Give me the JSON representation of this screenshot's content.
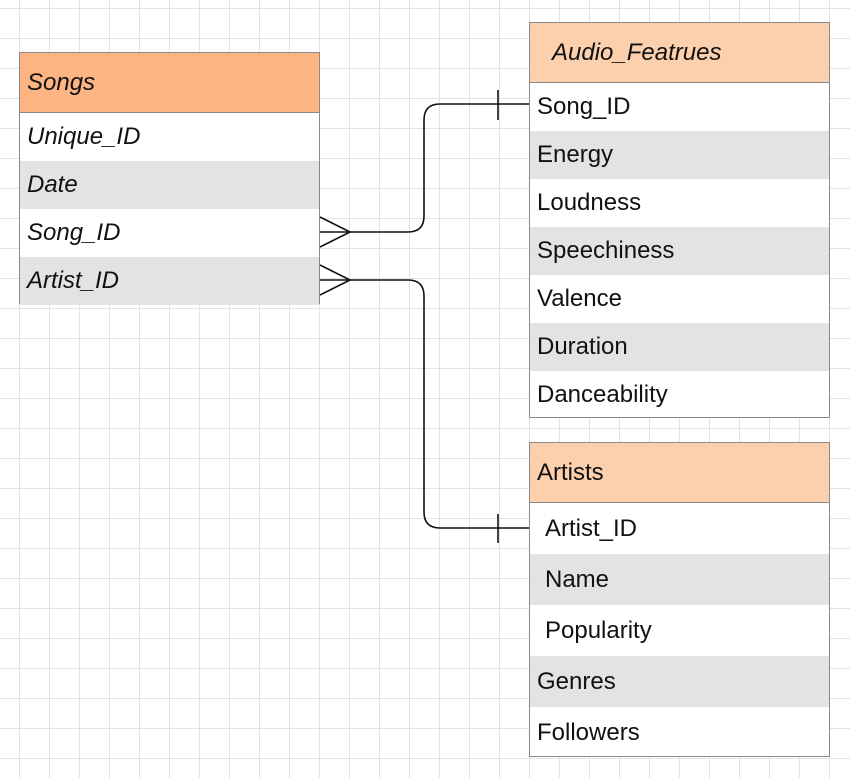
{
  "entities": {
    "songs": {
      "title": "Songs",
      "fields": [
        "Unique_ID",
        "Date",
        "Song_ID",
        "Artist_ID"
      ]
    },
    "audio_features": {
      "title": "Audio_Featrues",
      "fields": [
        "Song_ID",
        "Energy",
        "Loudness",
        "Speechiness",
        "Valence",
        "Duration",
        "Danceability"
      ]
    },
    "artists": {
      "title": "Artists",
      "fields": [
        "Artist_ID",
        "Name",
        "Popularity",
        "Genres",
        "Followers"
      ]
    }
  },
  "relationships": [
    {
      "from": "Songs.Song_ID",
      "to": "Audio_Featrues.Song_ID",
      "from_end": "many",
      "to_end": "one"
    },
    {
      "from": "Songs.Artist_ID",
      "to": "Artists.Artist_ID",
      "from_end": "many",
      "to_end": "one"
    }
  ],
  "colors": {
    "songs_header": "#fdb483",
    "table_header": "#fdd0ad",
    "row_shade": "#e3e3e3",
    "border": "#8a8a8a",
    "grid": "#e3e3e3",
    "connector": "#111111"
  }
}
